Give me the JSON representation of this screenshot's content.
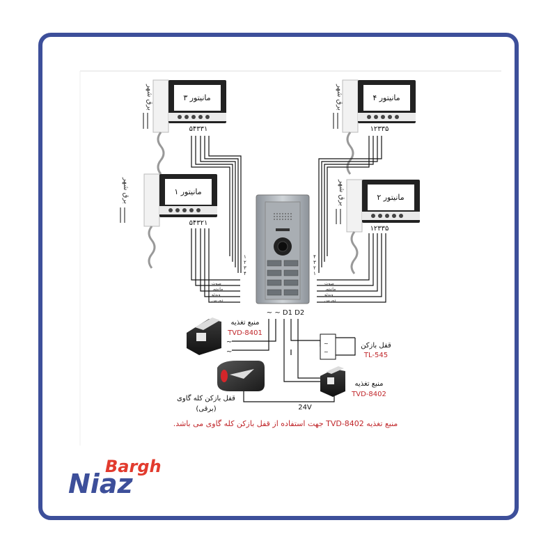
{
  "diagram": {
    "monitors": {
      "m3": {
        "label": "مانیتور ۳",
        "power": "برق شهر",
        "terminals": "۵۴۳۳۱"
      },
      "m4": {
        "label": "مانیتور ۴",
        "power": "برق شهر",
        "terminals": "۱۲۳۳۵"
      },
      "m1": {
        "label": "مانیتور ۱",
        "power": "برق شهر",
        "terminals": "۵۴۳۲۱"
      },
      "m2": {
        "label": "مانیتور ۲",
        "power": "برق شهر",
        "terminals": "۱۲۳۳۵"
      }
    },
    "door_panel": {
      "left_terms": [
        "۱",
        "۲",
        "۳",
        "۴"
      ],
      "right_terms": [
        "۴",
        "۳",
        "۲",
        "۱"
      ],
      "wire_labels_left": [
        "صوت",
        "مانیتور",
        "ویدئو",
        "دوربین"
      ],
      "wire_labels_right": [
        "صوت",
        "مانیتور",
        "ویدئو",
        "دوربین"
      ],
      "bottom_terms": "~ ~ D1 D2"
    },
    "power_supply_1": {
      "title": "منبع تغذیه",
      "model": "TVD-8401"
    },
    "lock_tl": {
      "title": "قفل بازکن",
      "model": "TL-545"
    },
    "power_supply_2": {
      "title": "منبع تغذیه",
      "model": "TVD-8402"
    },
    "lock_skull": {
      "title": "قفل بازکن کله گاوی",
      "subtitle": "(برقی)"
    },
    "voltage_label": "24V",
    "note": "منبع تغذیه TVD-8402 جهت استفاده از قفل بازکن کله گاوی می باشد."
  },
  "logo": {
    "top": "Bargh",
    "bottom": "Niaz"
  },
  "colors": {
    "frame": "#3d4f9a",
    "logo_blue": "#3d4f9a",
    "logo_red": "#e23b2e",
    "accent_red": "#c0262a",
    "wire": "#111111"
  }
}
